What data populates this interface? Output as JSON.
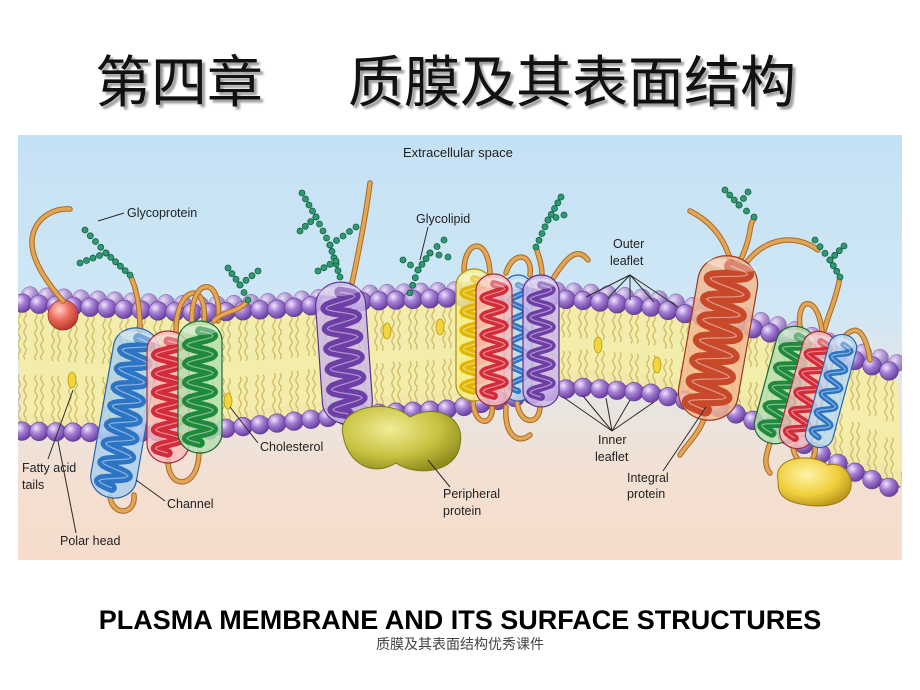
{
  "slide": {
    "chapter": "第四章",
    "title": "质膜及其表面结构",
    "heading_en": "PLASMA MEMBRANE AND ITS SURFACE STRUCTURES",
    "footer": "质膜及其表面结构优秀课件"
  },
  "diagram": {
    "labels": {
      "extracellular_space": "Extracellular space",
      "glycoprotein": "Glycoprotein",
      "glycolipid": "Glycolipid",
      "outer_leaflet": [
        "Outer",
        "leaflet"
      ],
      "fatty_acid_tails": [
        "Fatty acid",
        "tails"
      ],
      "cholesterol": "Cholesterol",
      "channel": "Channel",
      "polar_head": "Polar head",
      "peripheral_protein": [
        "Peripheral",
        "protein"
      ],
      "inner_leaflet": [
        "Inner",
        "leaflet"
      ],
      "integral_protein": [
        "Integral",
        "protein"
      ]
    }
  }
}
